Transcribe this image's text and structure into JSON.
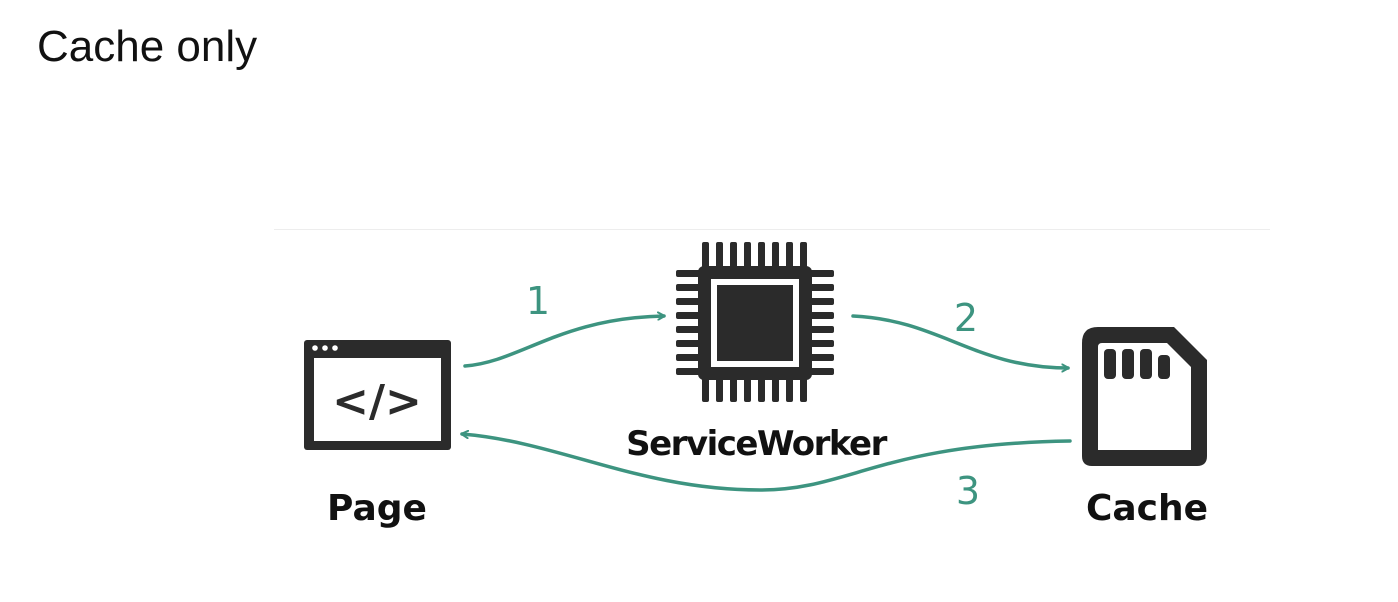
{
  "title": "Cache only",
  "diagram": {
    "nodes": {
      "page": {
        "label": "Page",
        "icon_text": "</>",
        "icon": "browser-window-code-icon"
      },
      "service_worker": {
        "label": "ServiceWorker",
        "icon": "cpu-chip-icon"
      },
      "cache": {
        "label": "Cache",
        "icon": "sd-card-icon"
      }
    },
    "arrows": [
      {
        "label": "1",
        "from": "Page",
        "to": "ServiceWorker"
      },
      {
        "label": "2",
        "from": "ServiceWorker",
        "to": "Cache"
      },
      {
        "label": "3",
        "from": "Cache",
        "to": "Page"
      }
    ],
    "colors": {
      "arrow": "#3d9480",
      "icon": "#2b2b2b",
      "text": "#111111"
    }
  }
}
